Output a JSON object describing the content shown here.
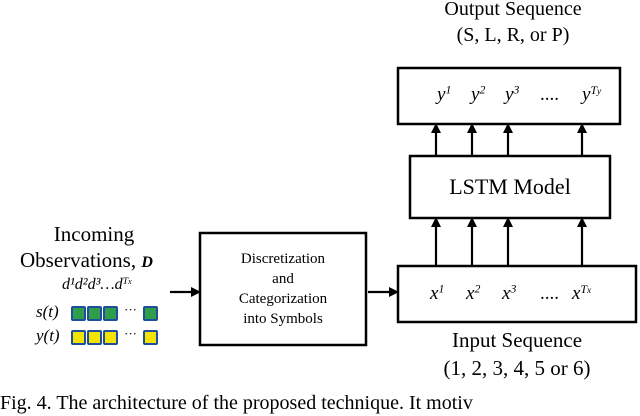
{
  "output": {
    "title": "Output Sequence",
    "options": "(S, L, R, or P)",
    "tokens": [
      {
        "base": "y",
        "sup": "1"
      },
      {
        "base": "y",
        "sup": "2"
      },
      {
        "base": "y",
        "sup": "3"
      },
      {
        "base": "....",
        "sup": ""
      },
      {
        "base": "y",
        "sup": "T",
        "supsub": "y"
      }
    ]
  },
  "lstm": {
    "label": "LSTM Model"
  },
  "input": {
    "title": "Input Sequence",
    "options": "(1, 2, 3, 4, 5 or 6)",
    "tokens": [
      {
        "base": "x",
        "sup": "1"
      },
      {
        "base": "x",
        "sup": "2"
      },
      {
        "base": "x",
        "sup": "3"
      },
      {
        "base": "....",
        "sup": ""
      },
      {
        "base": "x",
        "sup": "T",
        "supsub": "x"
      }
    ]
  },
  "discretization": {
    "line1": "Discretization",
    "line2": "and",
    "line3": "Categorization",
    "line4": "into Symbols"
  },
  "observations": {
    "line1": "Incoming",
    "line2": "Observations,",
    "symbol": "D",
    "seq_d": "d¹d²d³…d",
    "seq_d_sup": "T",
    "seq_d_supsub": "x",
    "s_label": "s(t)",
    "y_label": "y(t)",
    "s_color": "#2e9e4a",
    "s_border": "#1f4e9c",
    "y_color": "#f2e400",
    "y_border": "#1f4e9c",
    "dots": "···"
  },
  "caption": "Fig. 4. The architecture of the proposed technique. It motiv"
}
